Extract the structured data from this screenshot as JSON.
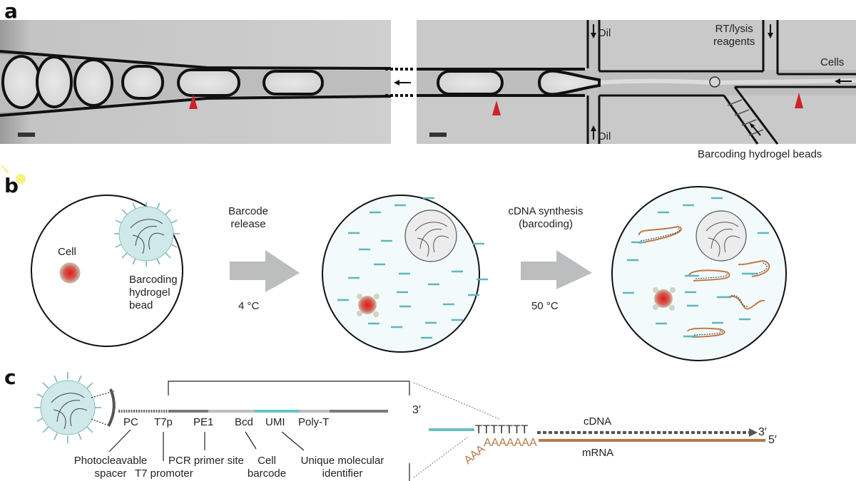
{
  "panels": {
    "a": {
      "label": "a",
      "labels": {
        "oil_top": "Oil",
        "oil_bottom": "Oil",
        "rt_lysis": [
          "RT/lysis",
          "reagents"
        ],
        "cells": "Cells",
        "beads": "Barcoding hydrogel beads"
      },
      "scale_bars": 2,
      "red_arrowheads": 3,
      "colors": {
        "channel_bg": "#c8c8c8",
        "arrowhead": "#d0202a"
      }
    },
    "b": {
      "label": "b",
      "cell_label": "Cell",
      "bead_label": [
        "Barcoding",
        "hydrogel",
        "bead"
      ],
      "step1": {
        "title": [
          "Barcode",
          "release"
        ],
        "temp": "4 °C"
      },
      "step2": {
        "title": [
          "cDNA synthesis",
          "(barcoding)"
        ],
        "temp": "50 °C"
      },
      "colors": {
        "bead_fill": "#cfe8ea",
        "barcode": "#5bb8bd",
        "mrna": "#c07a4a",
        "arrow": "#bbbcbe",
        "cell": "#d42a2a"
      }
    },
    "c": {
      "label": "c",
      "segments": [
        {
          "abbr": "PC",
          "desc": [
            "Photocleavable",
            "spacer"
          ]
        },
        {
          "abbr": "T7p",
          "desc": [
            "T7 promoter"
          ]
        },
        {
          "abbr": "PE1",
          "desc": [
            "PCR primer site"
          ]
        },
        {
          "abbr": "Bcd",
          "desc": [
            "Cell",
            "barcode"
          ]
        },
        {
          "abbr": "UMI",
          "desc": [
            "Unique molecular",
            "identifier"
          ]
        },
        {
          "abbr": "Poly-T",
          "desc": []
        }
      ],
      "three_prime": "3′",
      "five_prime": "5′",
      "cdna_label": "cDNA",
      "mrna_label": "mRNA",
      "poly_t": "TTTTTTT",
      "poly_a": "AAAAAAA",
      "poly_a_tail": "AAA",
      "colors": {
        "dark_seg": "#7a7a7a",
        "light_seg": "#bdbdbd",
        "bcd": "#6cc0c2",
        "mrna": "#b8784a"
      }
    }
  }
}
